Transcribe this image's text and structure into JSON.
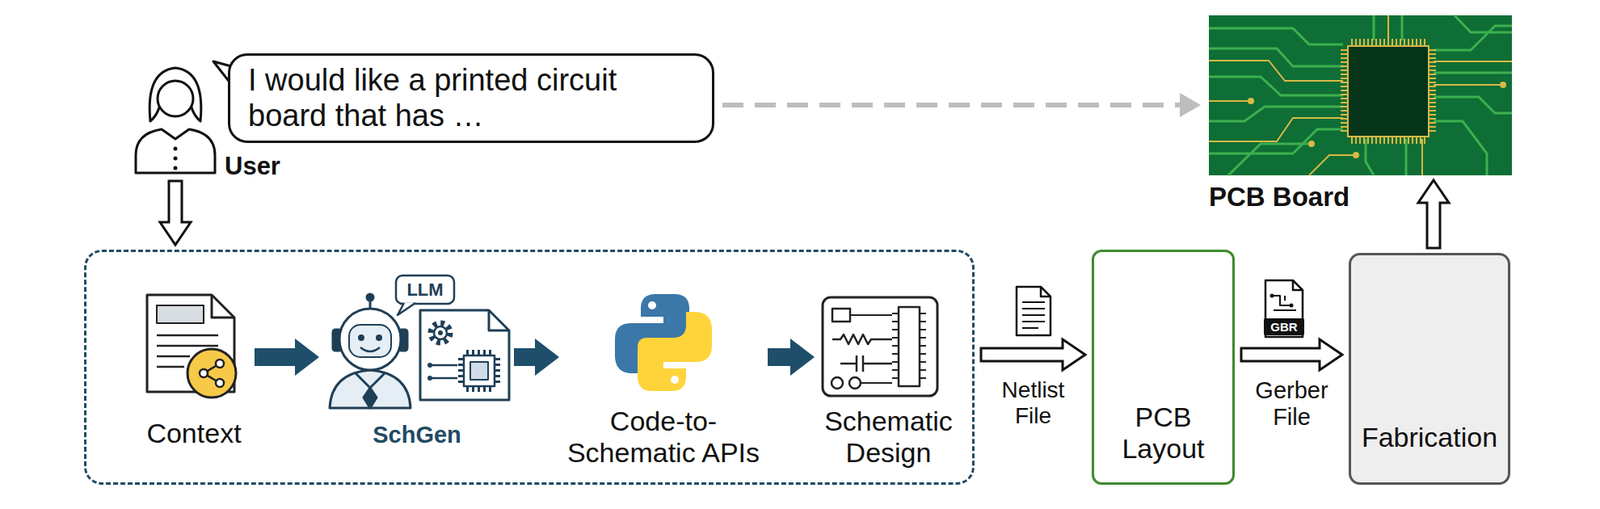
{
  "diagram": {
    "nodes": [
      {
        "text": [
          "User"
        ]
      },
      {
        "text": [
          "I would like a printed circuit board that has …"
        ]
      },
      {
        "text": [
          "PCB Board"
        ]
      },
      {
        "text": []
      },
      {
        "text": [
          "Context"
        ],
        "in": 3
      },
      {
        "text": [
          "SchGen"
        ],
        "in": 3
      },
      {
        "text": [
          "Code-to- Schematic APIs"
        ],
        "in": 3
      },
      {
        "text": [
          "Schematic Design"
        ],
        "in": 3
      },
      {
        "text": [
          "PCB Layout"
        ]
      },
      {
        "text": [
          "Fabrication"
        ]
      }
    ],
    "edges": [
      {
        "from": 0,
        "to": 3,
        "arrow": "to"
      },
      {
        "from": 1,
        "to": 2,
        "arrow": "to"
      },
      {
        "from": 4,
        "to": 5,
        "arrow": "to"
      },
      {
        "from": 5,
        "to": 6,
        "arrow": "to"
      },
      {
        "from": 6,
        "to": 7,
        "arrow": "to"
      },
      {
        "from": 3,
        "to": 8,
        "label": "Netlist File",
        "arrow": "to"
      },
      {
        "from": 8,
        "to": 9,
        "label": "Gerber File",
        "arrow": "to"
      },
      {
        "from": 9,
        "to": 2,
        "arrow": "to"
      }
    ],
    "labels": [
      "LLM",
      "GBR"
    ]
  }
}
